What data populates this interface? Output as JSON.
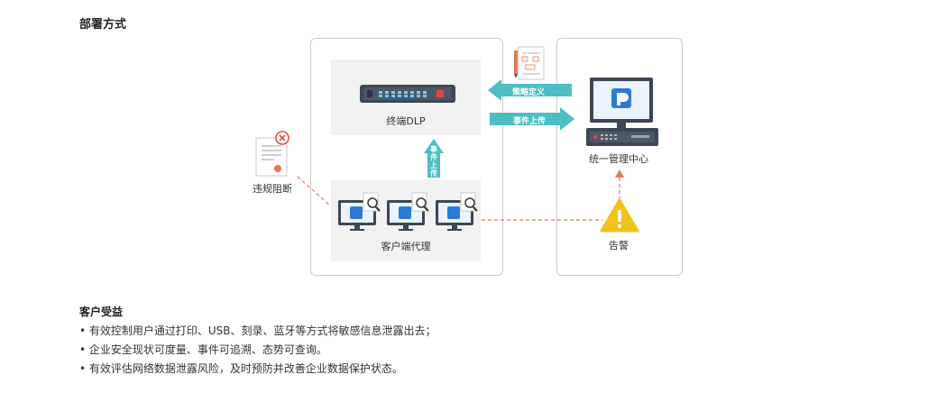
{
  "section_title": "部署方式",
  "diagram": {
    "dlp_label": "终端DLP",
    "center_label": "统一管理中心",
    "agent_label": "客户端代理",
    "violation_label": "违规阻断",
    "alert_label": "告警",
    "arrow_policy": "策略定义",
    "arrow_event_right": "事件上传",
    "arrow_event_up": [
      "事",
      "件",
      "上",
      "传"
    ]
  },
  "benefits": {
    "title": "客户受益",
    "items": [
      "• 有效控制用户通过打印、USB、刻录、蓝牙等方式将敏感信息泄露出去；",
      "• 企业安全现状可度量、事件可追溯、态势可查询。",
      "• 有效评估网络数据泄露风险，及时预防并改善企业数据保护状态。"
    ]
  },
  "colors": {
    "accent": "#4cbec4",
    "dashed": "#e8765a",
    "warning": "#f2c316",
    "brand": "#2e7bd6"
  }
}
